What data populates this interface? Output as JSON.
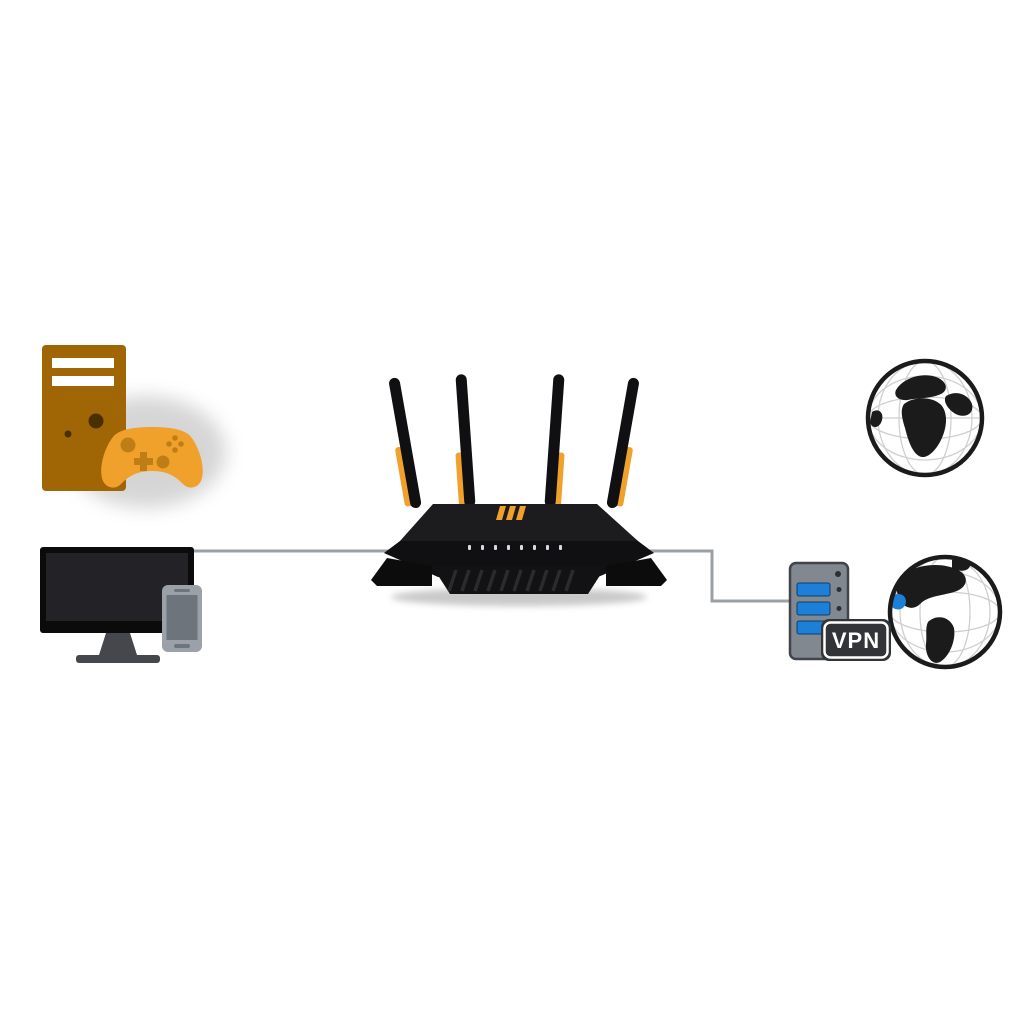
{
  "page": {
    "background": "#FFFFFF"
  },
  "diagram": {
    "description": "Network illustration: gaming PC, controller, monitor and smartphone connect through a four-antenna gaming router to the internet globe and a VPN server with globe",
    "vpn_badge_label": "VPN",
    "colors": {
      "page-bg": "#FFFFFF",
      "orange": "#F0A12C",
      "orange-dark": "#BF7E15",
      "tower": "#A06605",
      "device-black": "#101012",
      "router-top": "#1C1C1E",
      "line-gray": "#9BA0A5",
      "server-gray": "#828890",
      "server-edge": "#41454B",
      "server-blue": "#1D7FD8",
      "globe-ink": "#1B1B1B",
      "badge-dark": "#323438",
      "led-light": "#D6DADE",
      "phone-gray": "#9BA1A8",
      "phone-screen": "#6E747B",
      "stand-gray": "#46474C"
    },
    "icons": [
      {
        "name": "gaming-pc-tower-icon"
      },
      {
        "name": "game-controller-icon"
      },
      {
        "name": "monitor-icon"
      },
      {
        "name": "smartphone-icon"
      },
      {
        "name": "wifi-router-icon"
      },
      {
        "name": "internet-globe-icon"
      },
      {
        "name": "vpn-server-icon"
      },
      {
        "name": "vpn-globe-icon"
      }
    ],
    "connections": [
      {
        "from": "monitor-and-smartphone",
        "to": "wifi-router"
      },
      {
        "from": "wifi-router",
        "to": "vpn-server"
      }
    ]
  }
}
